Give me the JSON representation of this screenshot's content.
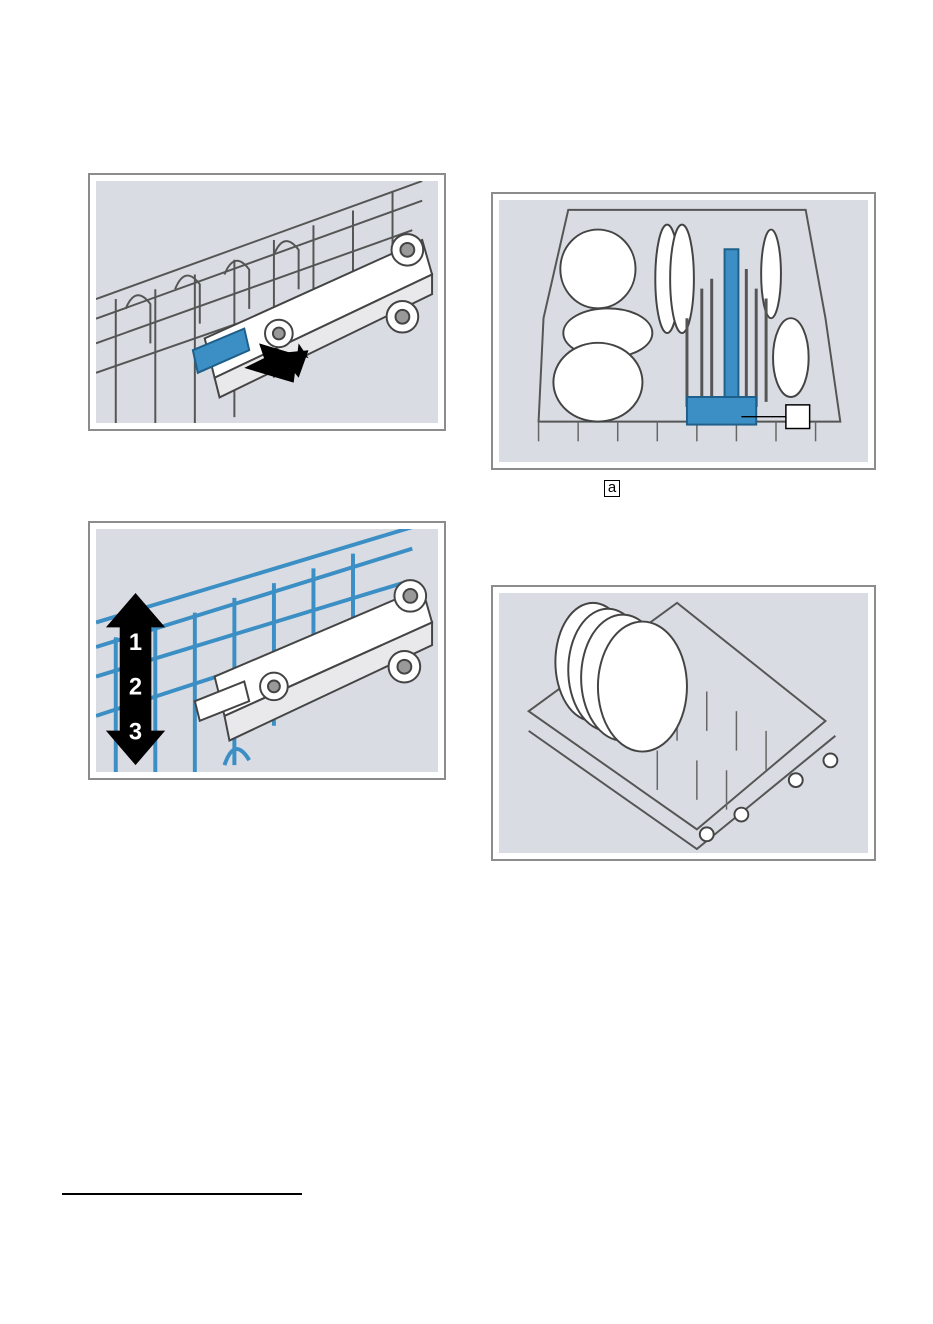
{
  "figures": {
    "release_lever": {
      "label": ""
    },
    "height_levels": {
      "labels": [
        "1",
        "2",
        "3"
      ]
    },
    "upper_basket_loaded": {
      "callout_label": "a"
    },
    "lower_basket_loaded": {
      "label": ""
    }
  },
  "callout": {
    "label": "a"
  },
  "colors": {
    "accent": "#3c8fc4",
    "figure_bg": "#d9dce3",
    "border": "#8c8c8c"
  }
}
